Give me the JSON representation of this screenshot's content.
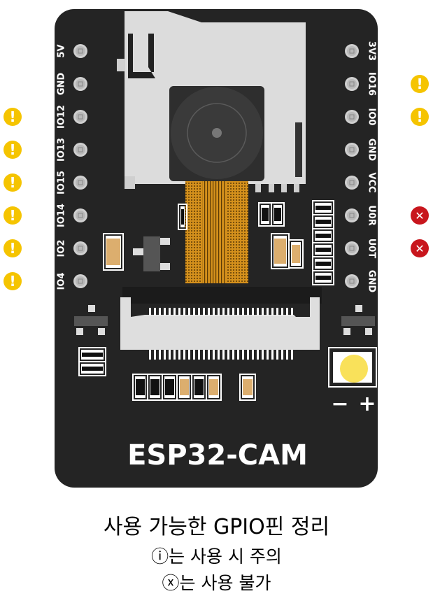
{
  "board": {
    "name": "ESP32-CAM",
    "color": "#242424",
    "left_pins": [
      {
        "label": "5V",
        "status": "none"
      },
      {
        "label": "GND",
        "status": "none"
      },
      {
        "label": "IO12",
        "status": "caution"
      },
      {
        "label": "IO13",
        "status": "caution"
      },
      {
        "label": "IO15",
        "status": "caution"
      },
      {
        "label": "IO14",
        "status": "caution"
      },
      {
        "label": "IO2",
        "status": "caution"
      },
      {
        "label": "IO4",
        "status": "caution"
      }
    ],
    "right_pins": [
      {
        "label": "3V3",
        "status": "none"
      },
      {
        "label": "IO16",
        "status": "caution"
      },
      {
        "label": "IO0",
        "status": "caution"
      },
      {
        "label": "GND",
        "status": "none"
      },
      {
        "label": "VCC",
        "status": "none"
      },
      {
        "label": "U0R",
        "status": "unusable"
      },
      {
        "label": "U0T",
        "status": "unusable"
      },
      {
        "label": "GND",
        "status": "none"
      }
    ],
    "led_polarity": {
      "minus": "−",
      "plus": "+"
    }
  },
  "icons": {
    "caution": {
      "name": "exclamation-circle-icon",
      "color": "#F5C400",
      "glyph": "!"
    },
    "unusable": {
      "name": "x-circle-icon",
      "color": "#C8161D",
      "glyph": "✕"
    }
  },
  "caption": {
    "title": "사용 가능한 GPIO핀 정리",
    "caution_note": "ⓘ는 사용 시 주의",
    "unusable_note": "ⓧ는 사용 불가"
  }
}
